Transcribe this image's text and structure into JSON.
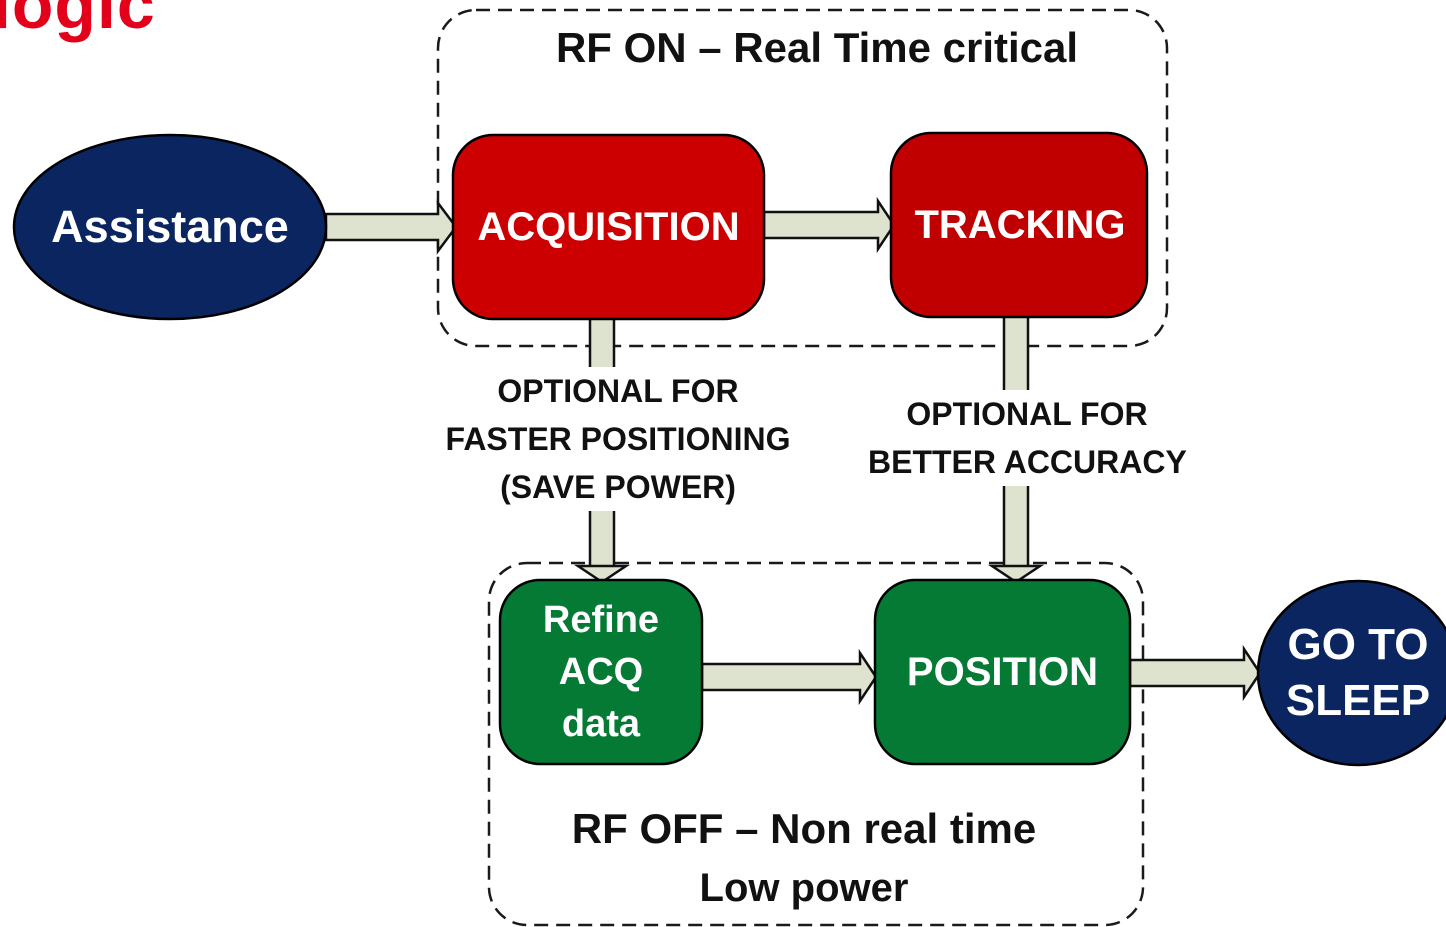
{
  "title": "logic",
  "regions": {
    "rf_on": {
      "label": "RF ON – Real Time critical"
    },
    "rf_off": {
      "label_line1": "RF OFF – Non real time",
      "label_line2": "Low power"
    }
  },
  "nodes": {
    "assistance": {
      "label": "Assistance"
    },
    "acquisition": {
      "label": "ACQUISITION"
    },
    "tracking": {
      "label": "TRACKING"
    },
    "refine": {
      "lines": [
        "Refine",
        "ACQ",
        "data"
      ]
    },
    "position": {
      "label": "POSITION"
    },
    "sleep": {
      "lines": [
        "GO TO",
        "SLEEP"
      ]
    }
  },
  "notes": {
    "faster": {
      "lines": [
        "OPTIONAL FOR",
        "FASTER POSITIONING",
        "(SAVE POWER)"
      ]
    },
    "accuracy": {
      "lines": [
        "OPTIONAL FOR",
        "BETTER ACCURACY"
      ]
    }
  },
  "colors": {
    "title": "#e3001b",
    "navy": "#0b2560",
    "red": "#cc0000",
    "green": "#057a35",
    "arrow_fill": "#dde3cf"
  }
}
